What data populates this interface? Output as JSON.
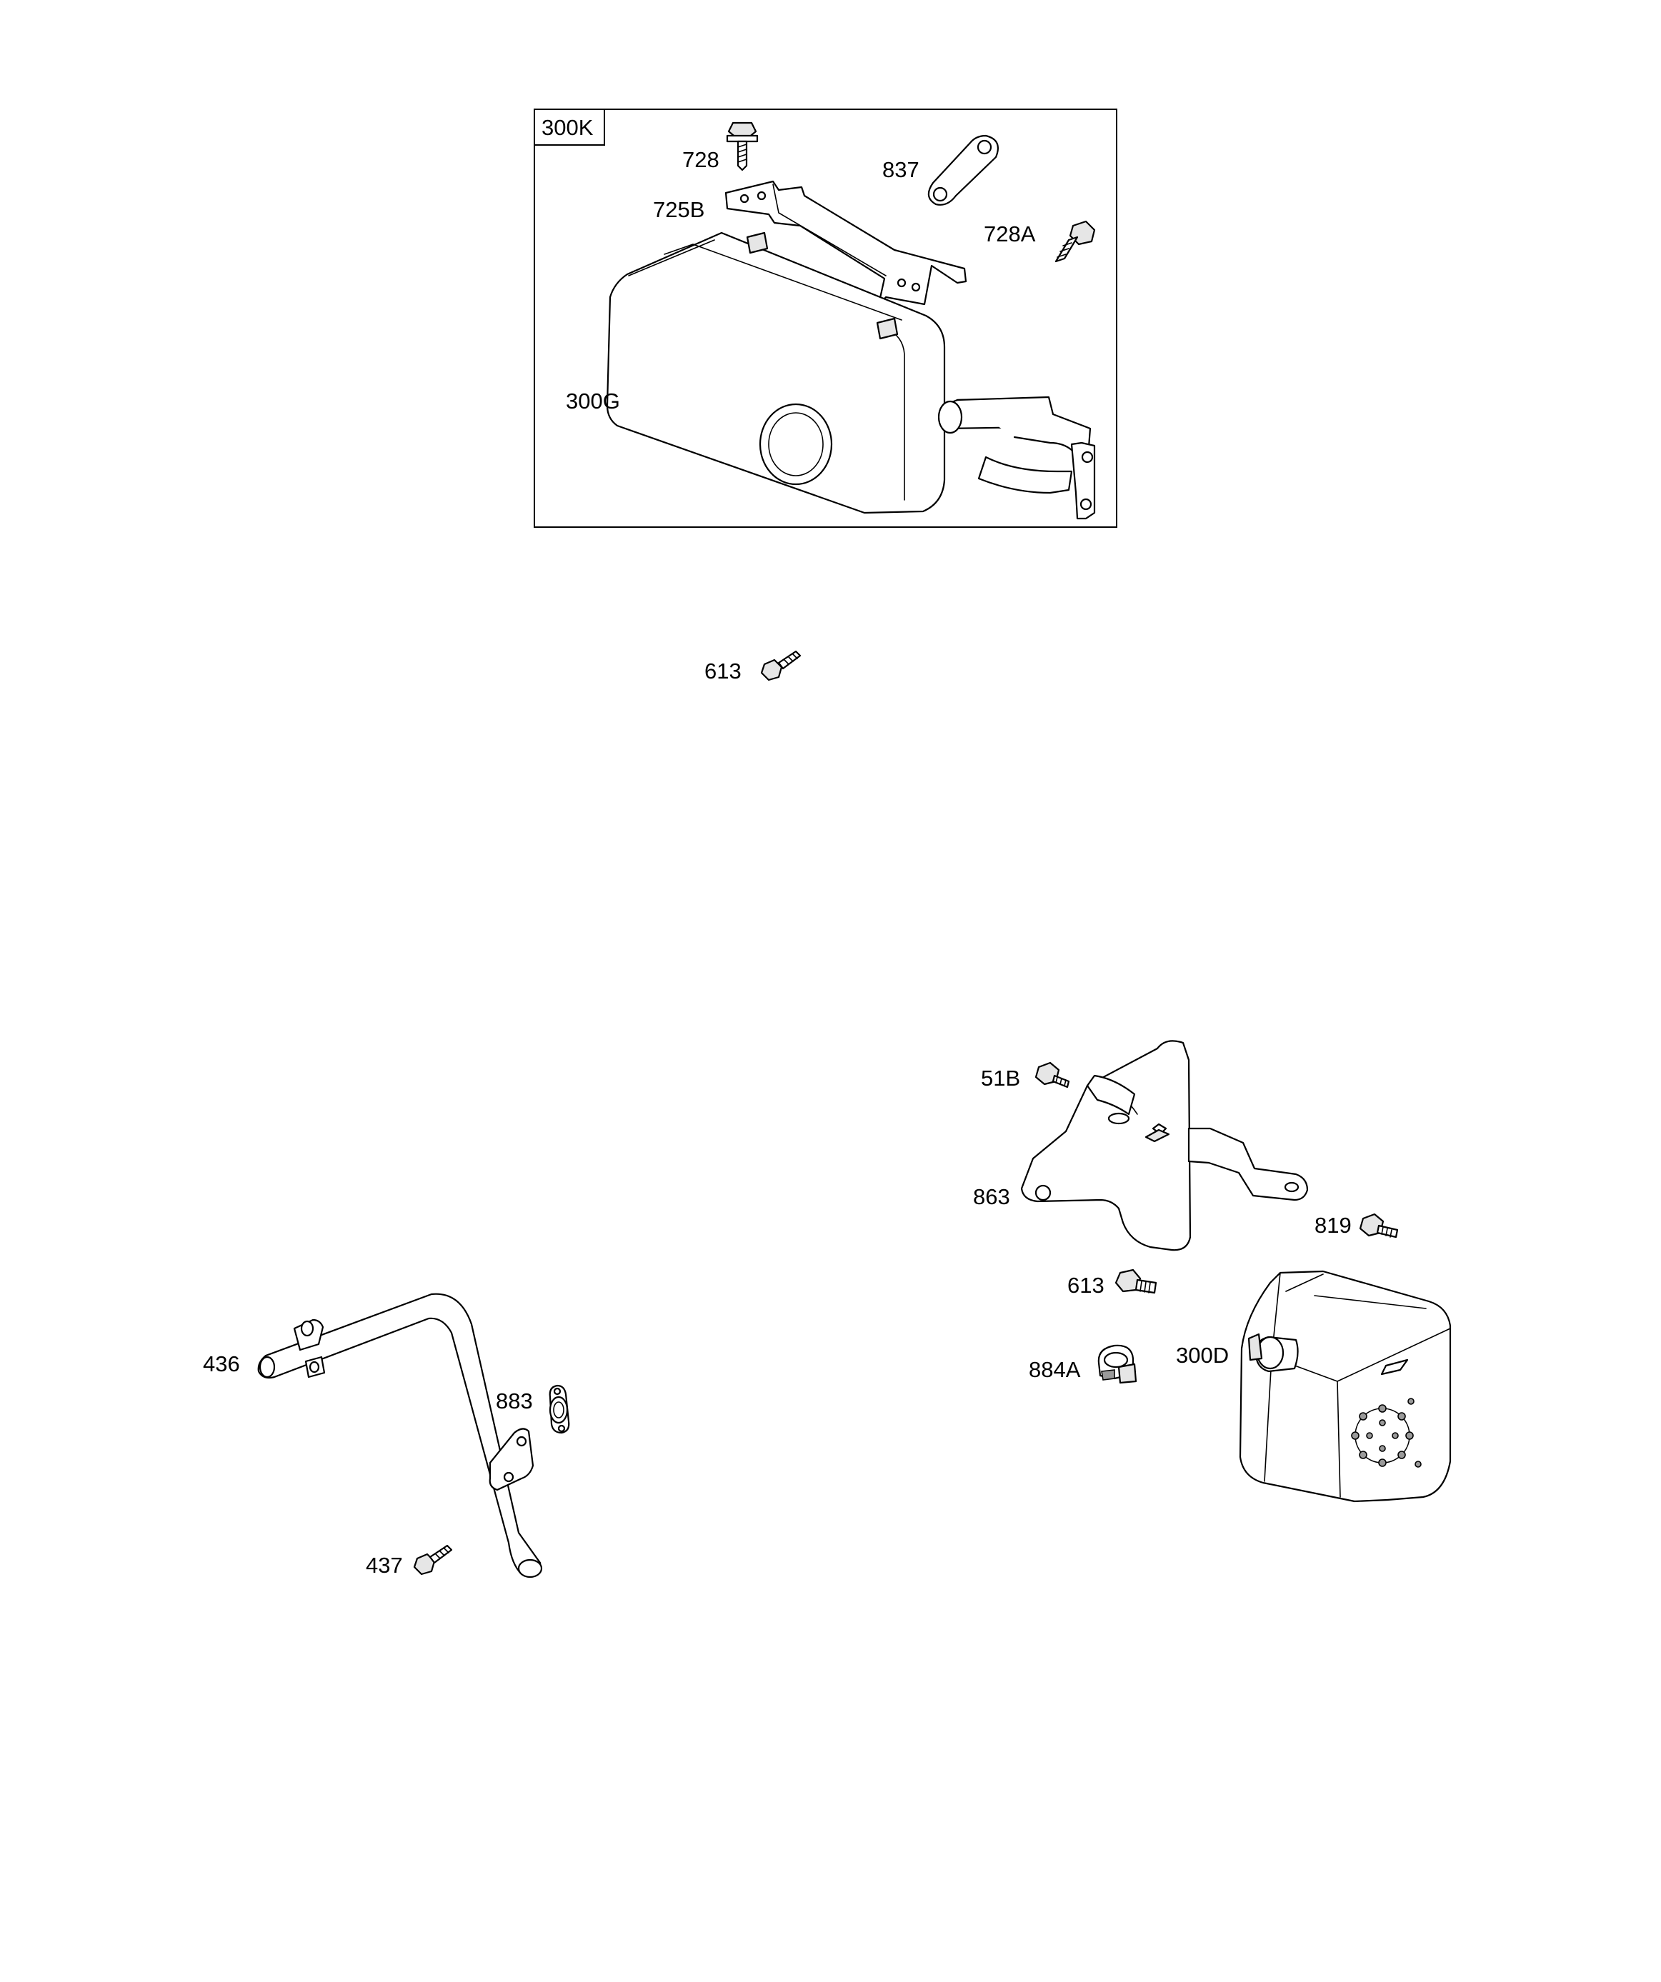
{
  "kit_box": {
    "label": "300K",
    "parts": [
      {
        "id": "p728",
        "label": "728"
      },
      {
        "id": "p837",
        "label": "837"
      },
      {
        "id": "p725B",
        "label": "725B"
      },
      {
        "id": "p728A",
        "label": "728A"
      },
      {
        "id": "p300G",
        "label": "300G"
      }
    ]
  },
  "loose_parts": [
    {
      "id": "p613_top",
      "label": "613"
    }
  ],
  "exhaust_pipe_group": [
    {
      "id": "p436",
      "label": "436"
    },
    {
      "id": "p883",
      "label": "883"
    },
    {
      "id": "p437",
      "label": "437"
    }
  ],
  "muffler_group": [
    {
      "id": "p51B",
      "label": "51B"
    },
    {
      "id": "p863",
      "label": "863"
    },
    {
      "id": "p819",
      "label": "819"
    },
    {
      "id": "p613_bottom",
      "label": "613"
    },
    {
      "id": "p884A",
      "label": "884A"
    },
    {
      "id": "p300D",
      "label": "300D"
    }
  ]
}
